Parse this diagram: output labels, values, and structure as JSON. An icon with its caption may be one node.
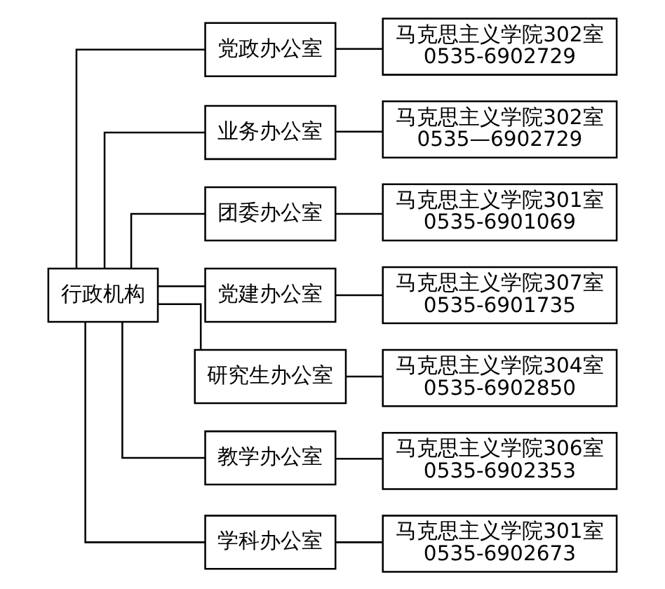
{
  "diagram": {
    "nodes": [
      {
        "text": [
          "行政机构"
        ]
      },
      {
        "text": [
          "党政办公室"
        ]
      },
      {
        "text": [
          "马克思主义学院302室",
          "0535-6902729"
        ]
      },
      {
        "text": [
          "业务办公室"
        ]
      },
      {
        "text": [
          "马克思主义学院302室",
          "0535—6902729"
        ]
      },
      {
        "text": [
          "团委办公室"
        ]
      },
      {
        "text": [
          "马克思主义学院301室",
          "0535-6901069"
        ]
      },
      {
        "text": [
          "党建办公室"
        ]
      },
      {
        "text": [
          "马克思主义学院307室",
          "0535-6901735"
        ]
      },
      {
        "text": [
          "研究生办公室"
        ]
      },
      {
        "text": [
          "马克思主义学院304室",
          "0535-6902850"
        ]
      },
      {
        "text": [
          "教学办公室"
        ]
      },
      {
        "text": [
          "马克思主义学院306室",
          "0535-6902353"
        ]
      },
      {
        "text": [
          "学科办公室"
        ]
      },
      {
        "text": [
          "马克思主义学院301室",
          "0535-6902673"
        ]
      }
    ],
    "edges": [
      {
        "from": 0,
        "to": 1,
        "arrow": "none"
      },
      {
        "from": 1,
        "to": 2,
        "arrow": "none"
      },
      {
        "from": 0,
        "to": 3,
        "arrow": "none"
      },
      {
        "from": 3,
        "to": 4,
        "arrow": "none"
      },
      {
        "from": 0,
        "to": 5,
        "arrow": "none"
      },
      {
        "from": 5,
        "to": 6,
        "arrow": "none"
      },
      {
        "from": 0,
        "to": 7,
        "arrow": "none"
      },
      {
        "from": 7,
        "to": 8,
        "arrow": "none"
      },
      {
        "from": 0,
        "to": 9,
        "arrow": "none"
      },
      {
        "from": 9,
        "to": 10,
        "arrow": "none"
      },
      {
        "from": 0,
        "to": 11,
        "arrow": "none"
      },
      {
        "from": 11,
        "to": 12,
        "arrow": "none"
      },
      {
        "from": 0,
        "to": 13,
        "arrow": "none"
      },
      {
        "from": 13,
        "to": 14,
        "arrow": "none"
      }
    ]
  }
}
